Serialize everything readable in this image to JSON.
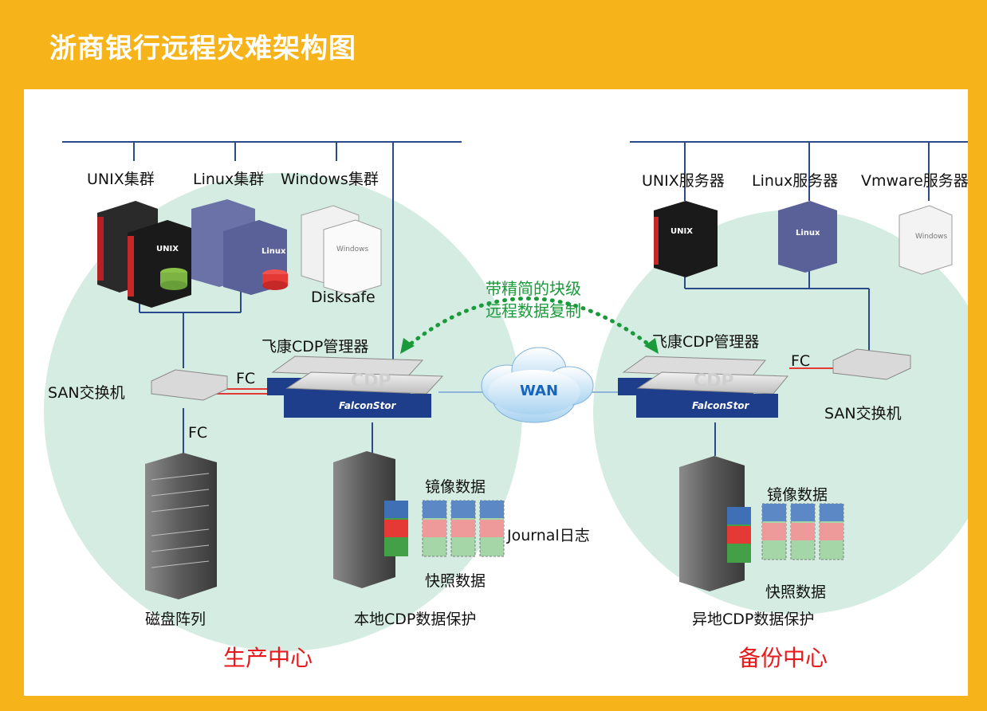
{
  "title": "浙商银行远程灾难架构图",
  "colors": {
    "frame": "#f6b31a",
    "accent_red": "#e8191c",
    "accent_green": "#1a9a3a",
    "circle": "#d4ece2",
    "wan": "#1565c0"
  },
  "production": {
    "name": "生产中心",
    "clusters": {
      "unix": "UNIX集群",
      "linux": "Linux集群",
      "windows": "Windows集群"
    },
    "disksafe": "Disksafe",
    "cdp_manager": "飞康CDP管理器",
    "san_switch": "SAN交换机",
    "fc_top": "FC",
    "fc_bottom": "FC",
    "disk_array": "磁盘阵列",
    "mirror_data": "镜像数据",
    "journal": "Journal日志",
    "snapshot_data": "快照数据",
    "local_protection": "本地CDP数据保护"
  },
  "wan": {
    "label": "WAN",
    "replication_line1": "带精简的块级",
    "replication_line2": "远程数据复制"
  },
  "backup": {
    "name": "备份中心",
    "servers": {
      "unix": "UNIX服务器",
      "linux": "Linux服务器",
      "vmware": "Vmware服务器"
    },
    "cdp_manager": "飞康CDP管理器",
    "san_switch": "SAN交换机",
    "fc": "FC",
    "mirror_data": "镜像数据",
    "snapshot_data": "快照数据",
    "remote_protection": "异地CDP数据保护"
  },
  "device_texts": {
    "cdp_front": "CDP",
    "falconstor": "FalconStor",
    "unix_badge": "UNIX",
    "linux_badge": "Linux",
    "windows_badge": "Windows"
  }
}
